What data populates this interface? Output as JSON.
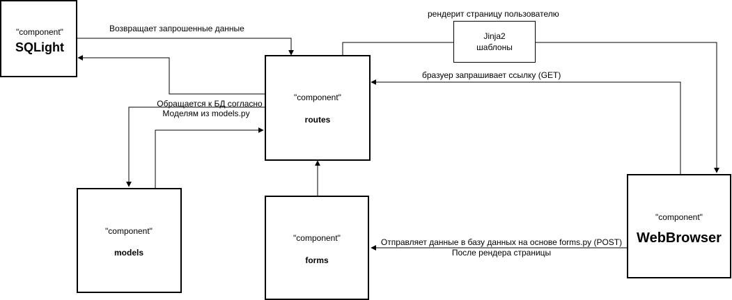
{
  "components": {
    "sqlight": {
      "stereotype": "\"component\"",
      "name": "SQLight"
    },
    "routes": {
      "stereotype": "\"component\"",
      "name": "routes"
    },
    "models": {
      "stereotype": "\"component\"",
      "name": "models"
    },
    "forms": {
      "stereotype": "\"component\"",
      "name": "forms"
    },
    "webbrowser": {
      "stereotype": "\"component\"",
      "name": "WebBrowser"
    },
    "jinja": {
      "line1": "Jinja2",
      "line2": "шаблоны"
    }
  },
  "edges": {
    "returns_data": "Возвращает запрошенные данные",
    "renders_page": "рендерит страницу пользователю",
    "browser_requests": "бразуер запрашивает ссылку (GET)",
    "db_access_line1": "Обращается к БД согласно",
    "db_access_line2": "Моделям из models.py",
    "sends_data_line1": "Отправляет данные в базу данных на основе forms.py (POST)",
    "sends_data_line2": "После рендера страницы"
  }
}
